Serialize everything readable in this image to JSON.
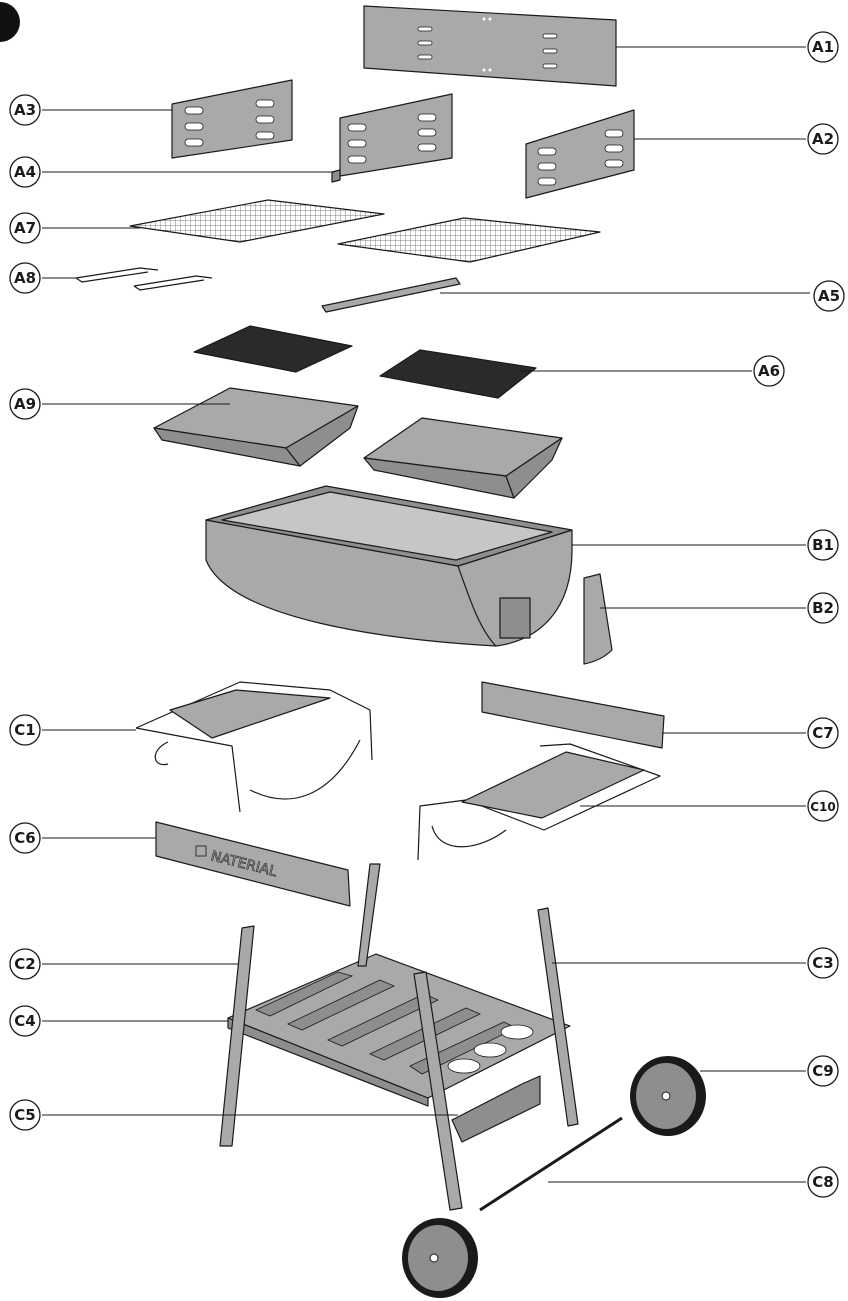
{
  "labels": {
    "A1": "A1",
    "A2": "A2",
    "A3": "A3",
    "A4": "A4",
    "A5": "A5",
    "A6": "A6",
    "A7": "A7",
    "A8": "A8",
    "A9": "A9",
    "B1": "B1",
    "B2": "B2",
    "C1": "C1",
    "C2": "C2",
    "C3": "C3",
    "C4": "C4",
    "C5": "C5",
    "C6": "C6",
    "C7": "C7",
    "C8": "C8",
    "C9": "C9",
    "C10": "C10"
  },
  "brand": "NATERIAL"
}
